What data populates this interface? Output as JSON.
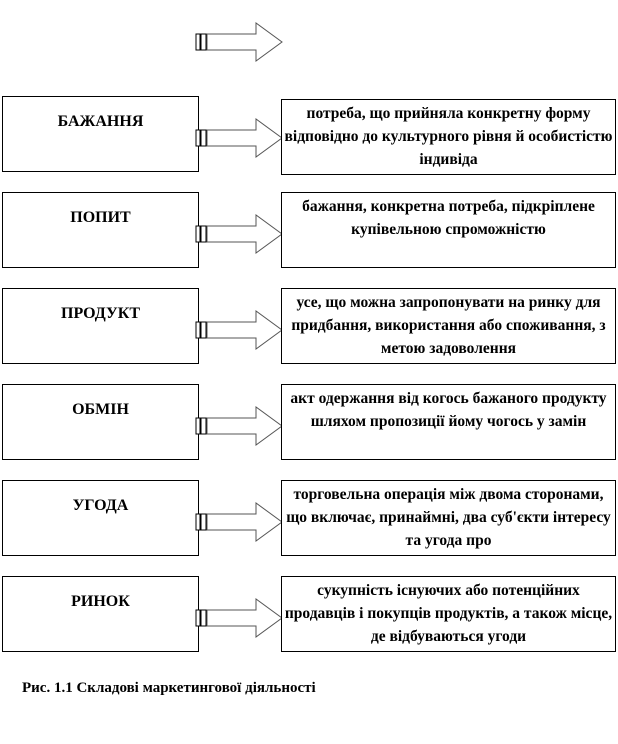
{
  "rows": [
    {
      "term": "БАЖАННЯ",
      "definition": "потреба, що прийняла конкретну форму відповідно до культурного рівня й особистістю індивіда"
    },
    {
      "term": "ПОПИТ",
      "definition": "бажання, конкретна потреба, підкріплене купівельною спроможністю"
    },
    {
      "term": "ПРОДУКТ",
      "definition": "усе, що можна запропонувати на ринку для придбання, використання або споживання, з метою задоволення"
    },
    {
      "term": "ОБМІН",
      "definition": "акт одержання від когось бажаного продукту шляхом пропозиції йому чогось у замін"
    },
    {
      "term": "УГОДА",
      "definition": "торговельна операція між двома сторонами, що включає, принаймні, два суб'єкти інтересу та угода про"
    },
    {
      "term": "РИНОК",
      "definition": "сукупність існуючих або потенційних продавців і покупців продуктів, а також місце, де відбуваються угоди"
    }
  ],
  "caption": "Рис. 1.1 Складові маркетингової діяльності"
}
